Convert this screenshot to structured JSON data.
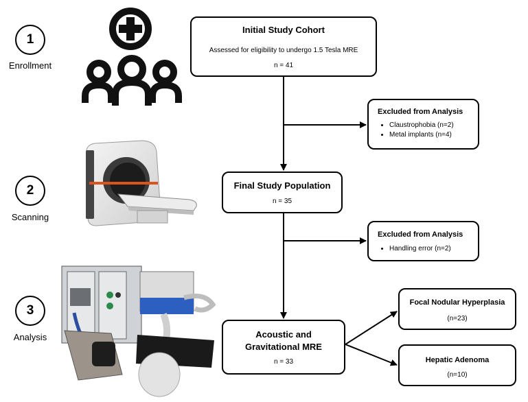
{
  "steps": [
    {
      "number": "1",
      "label": "Enrollment"
    },
    {
      "number": "2",
      "label": "Scanning"
    },
    {
      "number": "3",
      "label": "Analysis"
    }
  ],
  "initial": {
    "title": "Initial Study Cohort",
    "desc": "Assessed for eligibility to undergo 1.5 Tesla MRE",
    "n": "n = 41"
  },
  "excluded1": {
    "title": "Excluded from Analysis",
    "items": [
      "Claustrophobia (n=2)",
      "Metal implants (n=4)"
    ]
  },
  "final": {
    "title": "Final Study Population",
    "n": "n = 35"
  },
  "excluded2": {
    "title": "Excluded from Analysis",
    "items": [
      "Handling error (n=2)"
    ]
  },
  "acoustic": {
    "title_line1": "Acoustic and",
    "title_line2": "Gravitational MRE",
    "n": "n = 33"
  },
  "fnh": {
    "title": "Focal Nodular Hyperplasia",
    "n": "(n=23)"
  },
  "ha": {
    "title": "Hepatic Adenoma",
    "n": "(n=10)"
  },
  "icons": {
    "enrollment": "people-plus-icon",
    "scanning": "mri-scanner-icon",
    "analysis": "mre-device-icon"
  }
}
